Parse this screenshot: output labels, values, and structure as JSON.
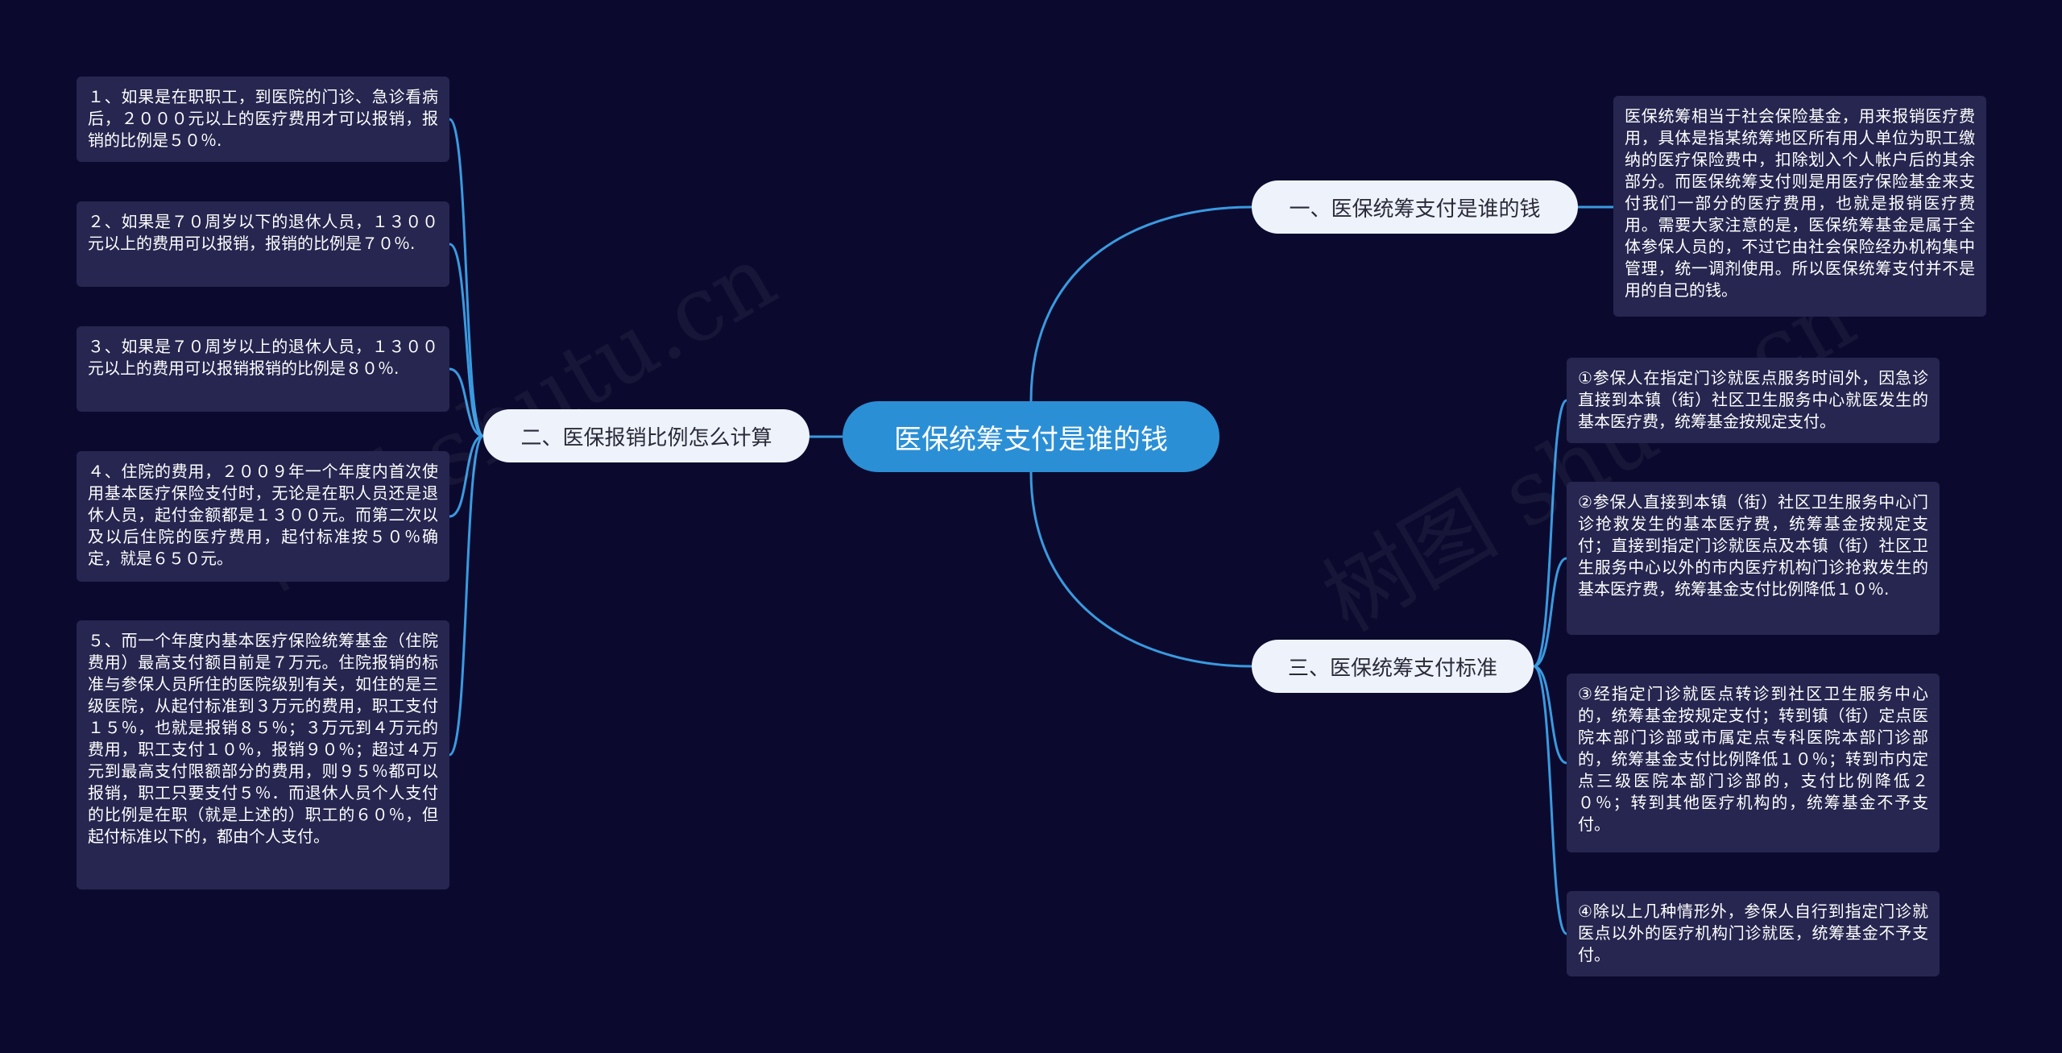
{
  "center": {
    "label": "医保统筹支付是谁的钱"
  },
  "branches": [
    {
      "label": "一、医保统筹支付是谁的钱"
    },
    {
      "label": "二、医保报销比例怎么计算"
    },
    {
      "label": "三、医保统筹支付标准"
    }
  ],
  "leaves": {
    "b1": [
      "医保统筹相当于社会保险基金，用来报销医疗费用，具体是指某统筹地区所有用人单位为职工缴纳的医疗保险费中，扣除划入个人帐户后的其余部分。而医保统筹支付则是用医疗保险基金来支付我们一部分的医疗费用，也就是报销医疗费用。需要大家注意的是，医保统筹基金是属于全体参保人员的，不过它由社会保险经办机构集中管理，统一调剂使用。所以医保统筹支付并不是用的自己的钱。"
    ],
    "b2": [
      "１、如果是在职职工，到医院的门诊、急诊看病后，２０００元以上的医疗费用才可以报销，报销的比例是５０％.",
      "２、如果是７０周岁以下的退休人员，１３００元以上的费用可以报销，报销的比例是７０％.",
      "３、如果是７０周岁以上的退休人员，１３００元以上的费用可以报销报销的比例是８０％.",
      "４、住院的费用，２００９年一个年度内首次使用基本医疗保险支付时，无论是在职人员还是退休人员，起付金额都是１３００元。而第二次以及以后住院的医疗费用，起付标准按５０％确定，就是６５０元。",
      "５、而一个年度内基本医疗保险统筹基金（住院费用）最高支付额目前是７万元。住院报销的标准与参保人员所住的医院级别有关，如住的是三级医院，从起付标准到３万元的费用，职工支付１５％，也就是报销８５％；３万元到４万元的费用，职工支付１０％，报销９０％；超过４万元到最高支付限额部分的费用，则９５％都可以报销，职工只要支付５％．而退休人员个人支付的比例是在职（就是上述的）职工的６０％，但起付标准以下的，都由个人支付。"
    ],
    "b3": [
      "①参保人在指定门诊就医点服务时间外，因急诊直接到本镇（街）社区卫生服务中心就医发生的基本医疗费，统筹基金按规定支付。",
      "②参保人直接到本镇（街）社区卫生服务中心门诊抢救发生的基本医疗费，统筹基金按规定支付；直接到指定门诊就医点及本镇（街）社区卫生服务中心以外的市内医疗机构门诊抢救发生的基本医疗费，统筹基金支付比例降低１０％.",
      "③经指定门诊就医点转诊到社区卫生服务中心的，统筹基金按规定支付；转到镇（街）定点医院本部门诊部或市属定点专科医院本部门诊部的，统筹基金支付比例降低１０％；转到市内定点三级医院本部门诊部的，支付比例降低２０％；转到其他医疗机构的，统筹基金不予支付。",
      "④除以上几种情形外，参保人自行到指定门诊就医点以外的医疗机构门诊就医，统筹基金不予支付。"
    ]
  },
  "watermarks": [
    "树图 shutu.cn",
    "树图 shutu.cn"
  ],
  "colors": {
    "background": "#0b0a2e",
    "center": "#2b8fd6",
    "branch": "#eef3fb",
    "leaf": "#262650",
    "link": "#3a9ae0"
  }
}
